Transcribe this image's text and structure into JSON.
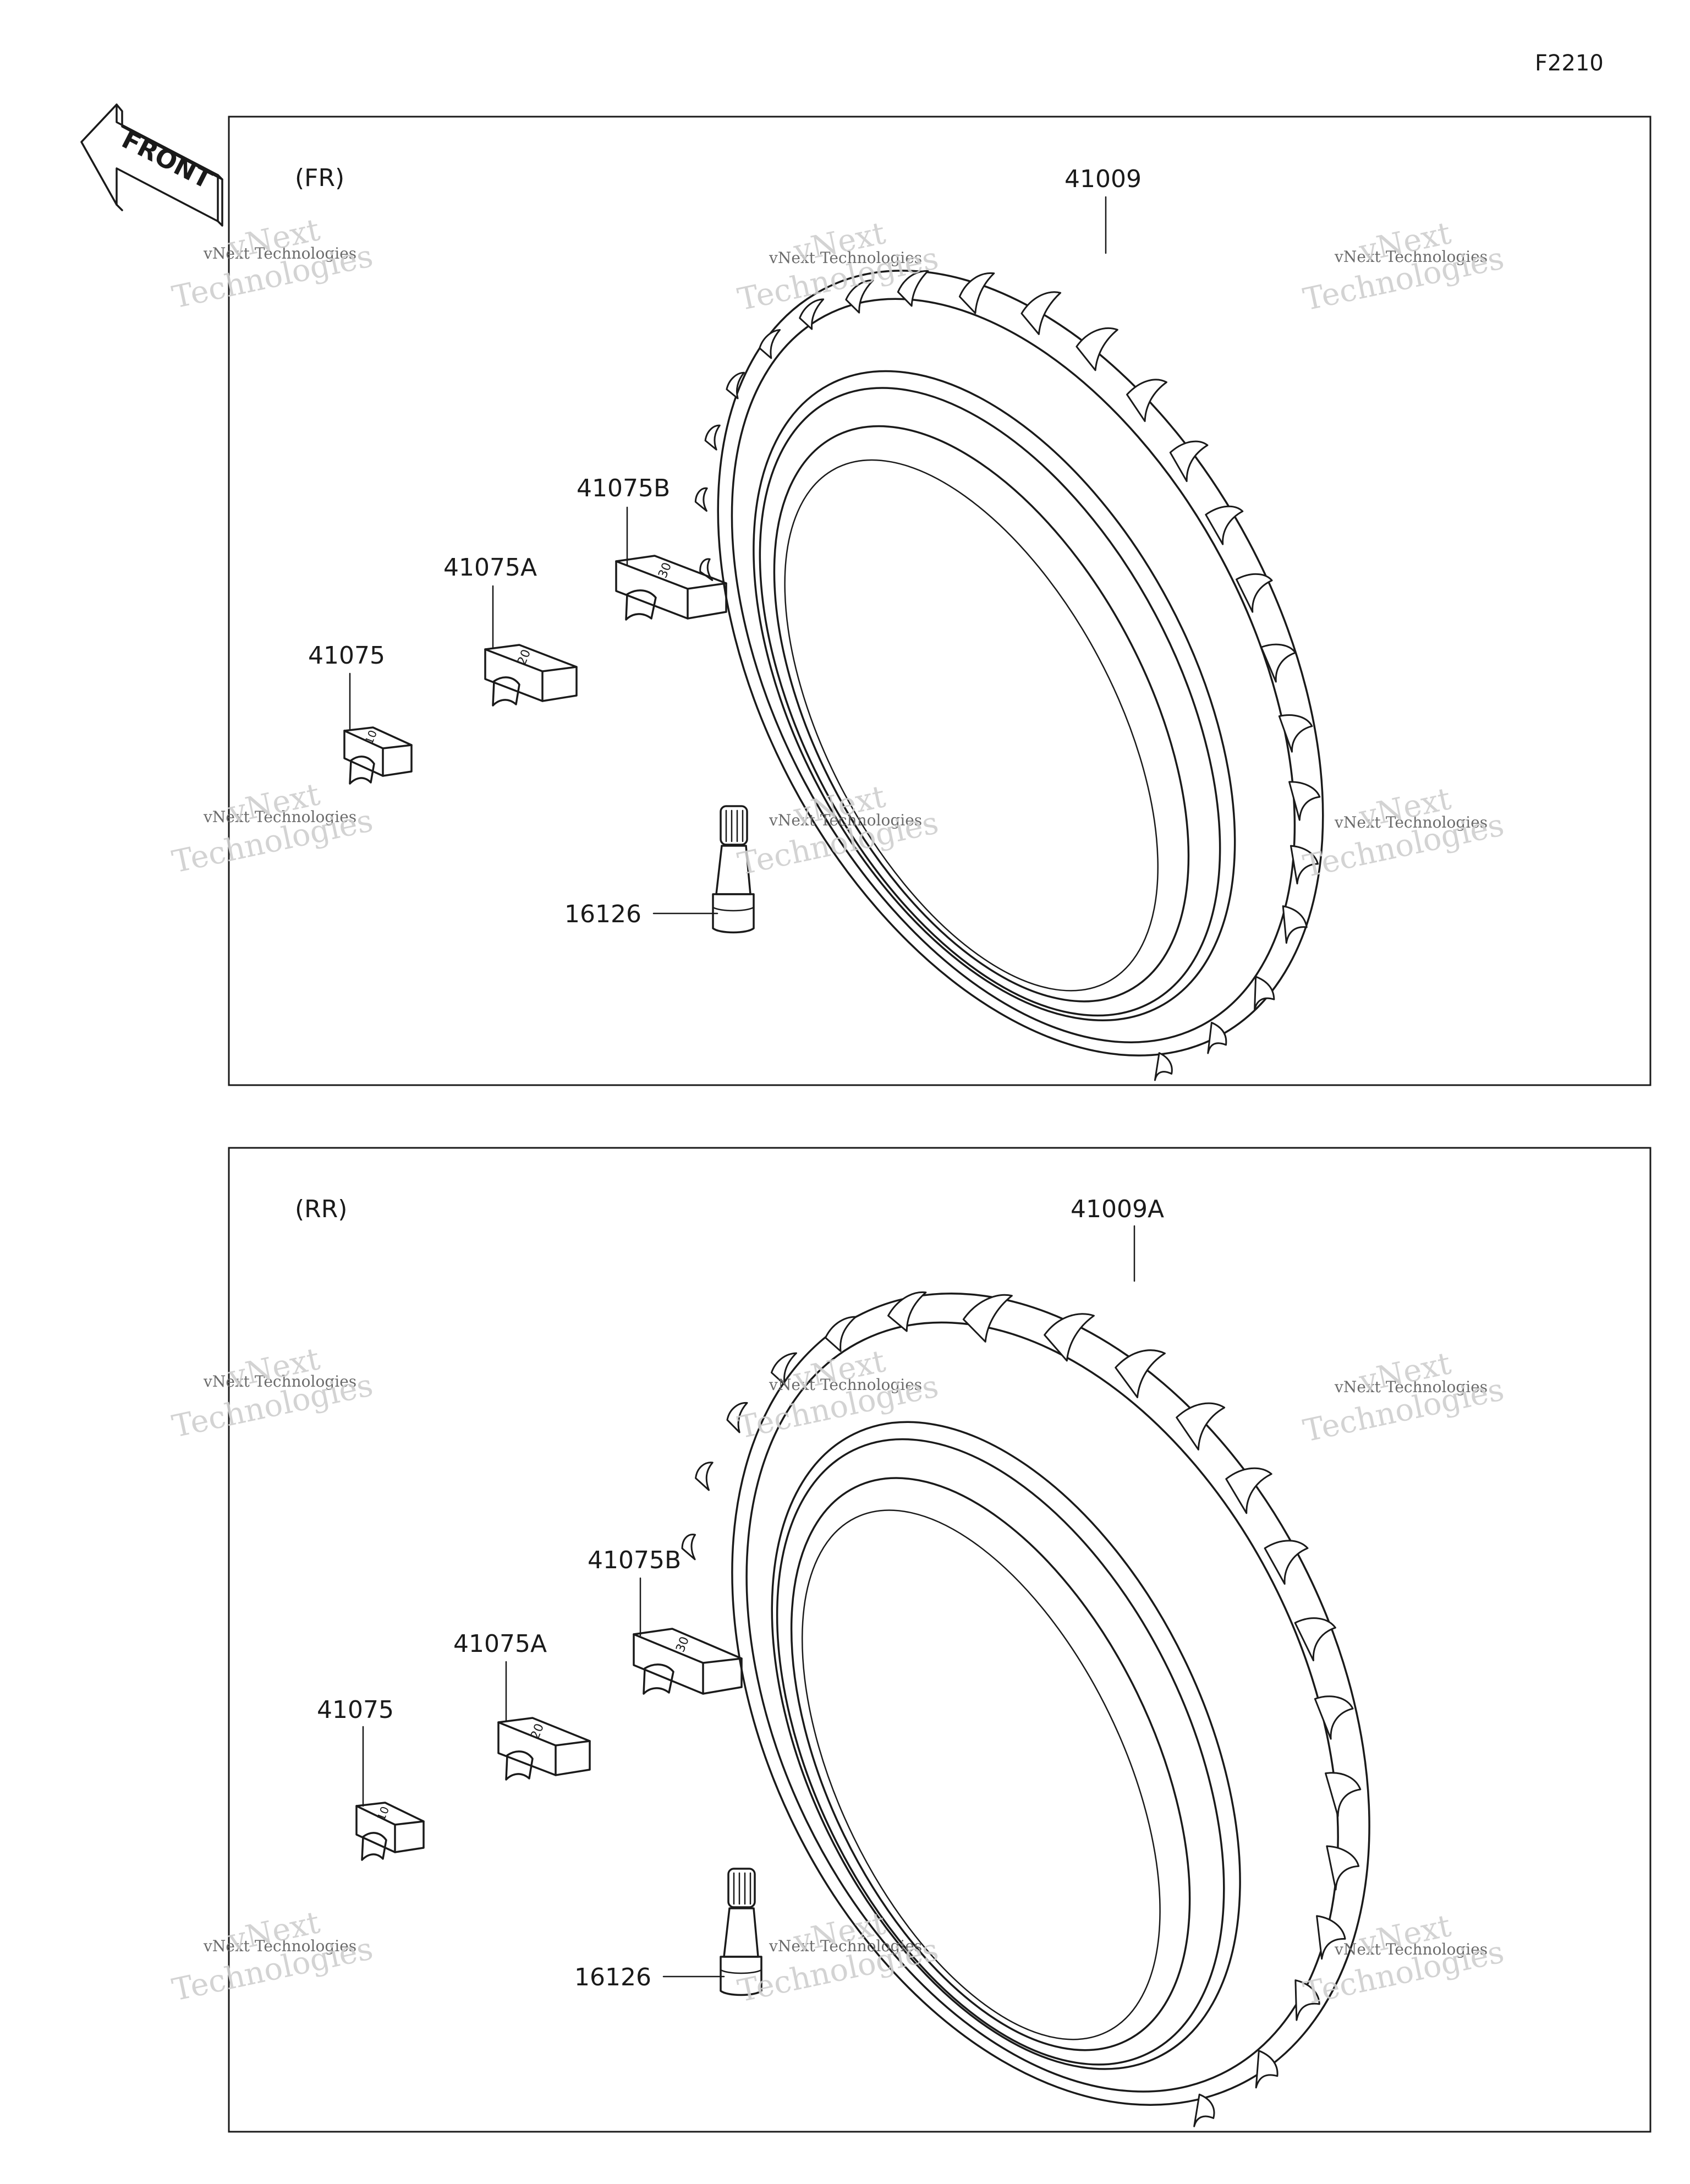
{
  "figure_code": "F2210",
  "front_arrow": {
    "label": "FRONT",
    "icon": "front-direction-arrow-icon"
  },
  "panels": [
    {
      "id": "front",
      "title": "(FR)",
      "tire_part": "41009",
      "weights": [
        {
          "part": "41075",
          "stamp": "10"
        },
        {
          "part": "41075A",
          "stamp": "20"
        },
        {
          "part": "41075B",
          "stamp": "30"
        }
      ],
      "valve_part": "16126"
    },
    {
      "id": "rear",
      "title": "(RR)",
      "tire_part": "41009A",
      "weights": [
        {
          "part": "41075",
          "stamp": "10"
        },
        {
          "part": "41075A",
          "stamp": "20"
        },
        {
          "part": "41075B",
          "stamp": "30"
        }
      ],
      "valve_part": "16126"
    }
  ],
  "watermark": {
    "line1": "vNext Technologies",
    "line2": "Technologies",
    "line3": "vNext"
  }
}
